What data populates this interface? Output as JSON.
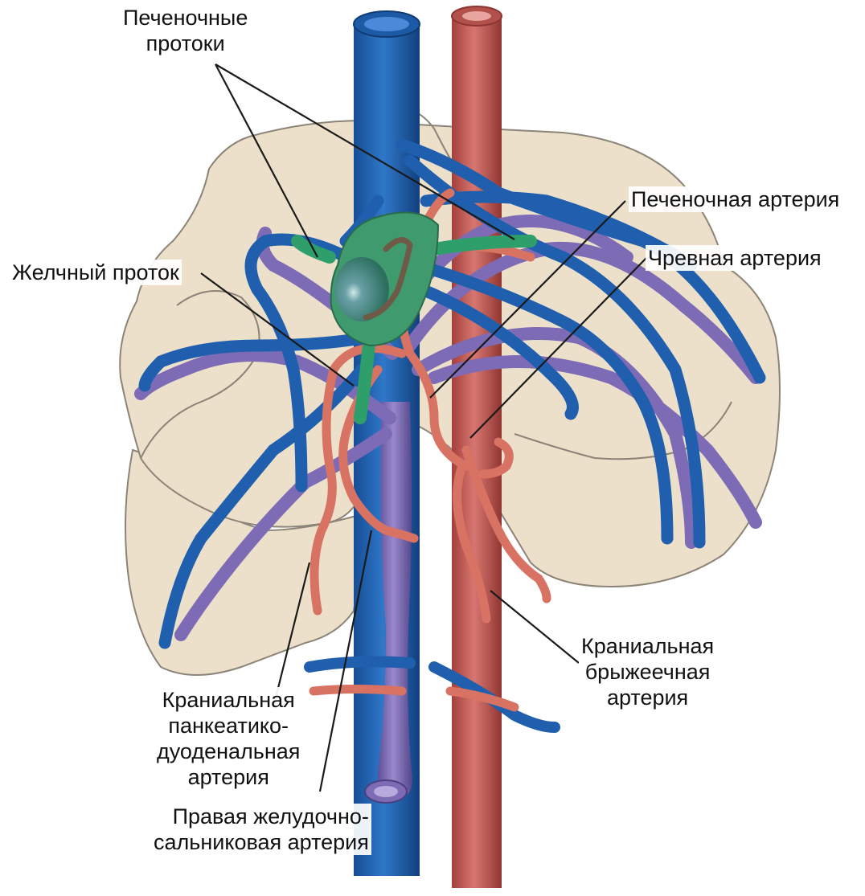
{
  "labels": {
    "hepatic_ducts": [
      "Печеночные",
      "протоки"
    ],
    "hepatic_artery": "Печеночная артерия",
    "celiac_artery": "Чревная артерия",
    "bile_duct": "Желчный проток",
    "cranial_mesenteric_artery": [
      "Краниальная",
      "брыжеечная",
      "артерия"
    ],
    "cranial_pancreaticoduodenal_artery": [
      "Краниальная",
      "панкеатико-",
      "дуоденальная",
      "артерия"
    ],
    "right_gastroepiploic_artery": [
      "Правая желудочно-",
      "сальниковая артерия"
    ]
  },
  "colors": {
    "liver": "#ece0cb",
    "liver_outline": "#8c8478",
    "portal_vein": "#1f5fae",
    "vena_cava_purple": "#7d6bb5",
    "aorta": "#c75b55",
    "artery_light": "#d87262",
    "bile_duct": "#2e9f6b",
    "gallbladder": "#3f8f7a",
    "leader_line": "#1a1a1a"
  }
}
